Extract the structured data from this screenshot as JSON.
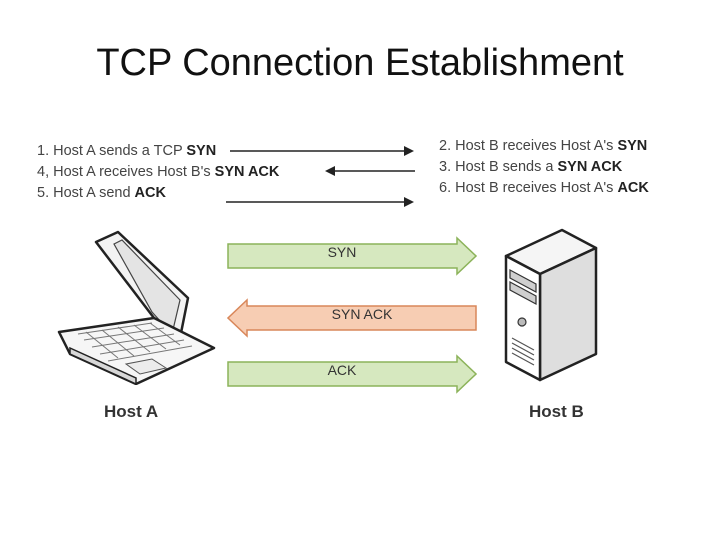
{
  "title": "TCP Connection Establishment",
  "steps_left": [
    {
      "prefix": "1. Host A sends a TCP ",
      "bold": "SYN"
    },
    {
      "prefix": "4, Host A receives Host B's ",
      "bold": "SYN ACK"
    },
    {
      "prefix": "5. Host A send ",
      "bold": "ACK"
    }
  ],
  "steps_right": [
    {
      "prefix": "2. Host B receives Host A's ",
      "bold": "SYN"
    },
    {
      "prefix": "3. Host B sends a ",
      "bold": "SYN ACK"
    },
    {
      "prefix": "6. Host B receives Host A's ",
      "bold": "ACK"
    }
  ],
  "flows": [
    {
      "label": "SYN",
      "direction": "right",
      "fill": "#d6e8bf",
      "stroke": "#8cb35a"
    },
    {
      "label": "SYN ACK",
      "direction": "left",
      "fill": "#f7cdb3",
      "stroke": "#d9875a"
    },
    {
      "label": "ACK",
      "direction": "right",
      "fill": "#d6e8bf",
      "stroke": "#8cb35a"
    }
  ],
  "hosts": {
    "a": {
      "label": "Host A",
      "icon": "laptop-icon"
    },
    "b": {
      "label": "Host B",
      "icon": "server-tower-icon"
    }
  }
}
